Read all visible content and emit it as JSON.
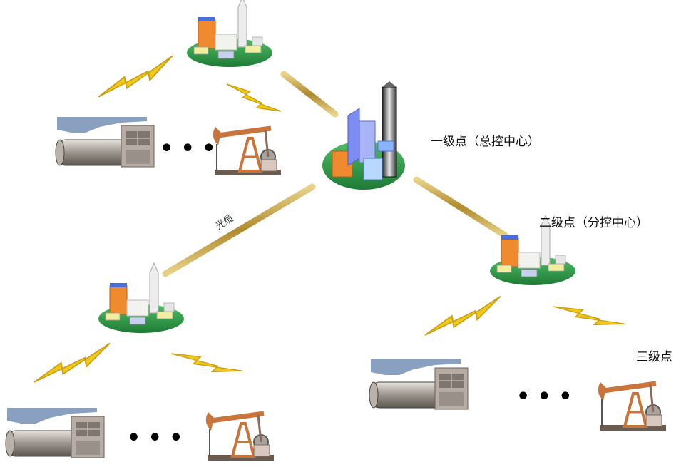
{
  "labels": {
    "level1": "一级点（总控中心）",
    "level2": "二级点（分控中心）",
    "level3": "三级点",
    "cable": "光缆",
    "ellipsis": "• • •"
  },
  "colors": {
    "cable": "#c9a94a",
    "wireless": "#f0c81a",
    "island": "#2e9b49",
    "building_orange": "#f08a2e",
    "building_blue": "#7d8cf0",
    "pump": "#c9743a"
  },
  "icons": [
    "control-center-icon",
    "branch-center-icon",
    "oil-pump-icon",
    "pipeline-station-icon",
    "wireless-link-icon",
    "fiber-cable-icon"
  ]
}
